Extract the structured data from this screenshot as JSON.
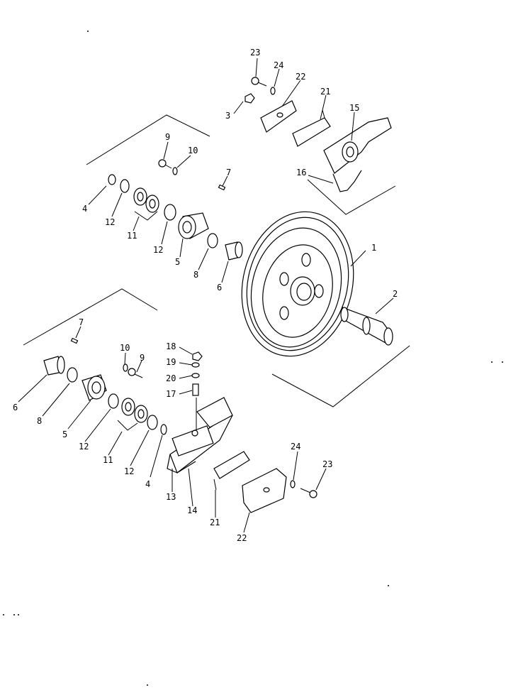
{
  "labels": {
    "l1": "1",
    "l2": "2",
    "l3": "3",
    "l4a": "4",
    "l4b": "4",
    "l5a": "5",
    "l5b": "5",
    "l6a": "6",
    "l6b": "6",
    "l7a": "7",
    "l7b": "7",
    "l8a": "8",
    "l8b": "8",
    "l9a": "9",
    "l9b": "9",
    "l10a": "10",
    "l10b": "10",
    "l11a": "11",
    "l11b": "11",
    "l12a": "12",
    "l12b": "12",
    "l12c": "12",
    "l12d": "12",
    "l13": "13",
    "l14": "14",
    "l15": "15",
    "l16": "16",
    "l17": "17",
    "l18": "18",
    "l19": "19",
    "l20": "20",
    "l21a": "21",
    "l21b": "21",
    "l22a": "22",
    "l22b": "22",
    "l23a": "23",
    "l23b": "23",
    "l24a": "24",
    "l24b": "24"
  }
}
